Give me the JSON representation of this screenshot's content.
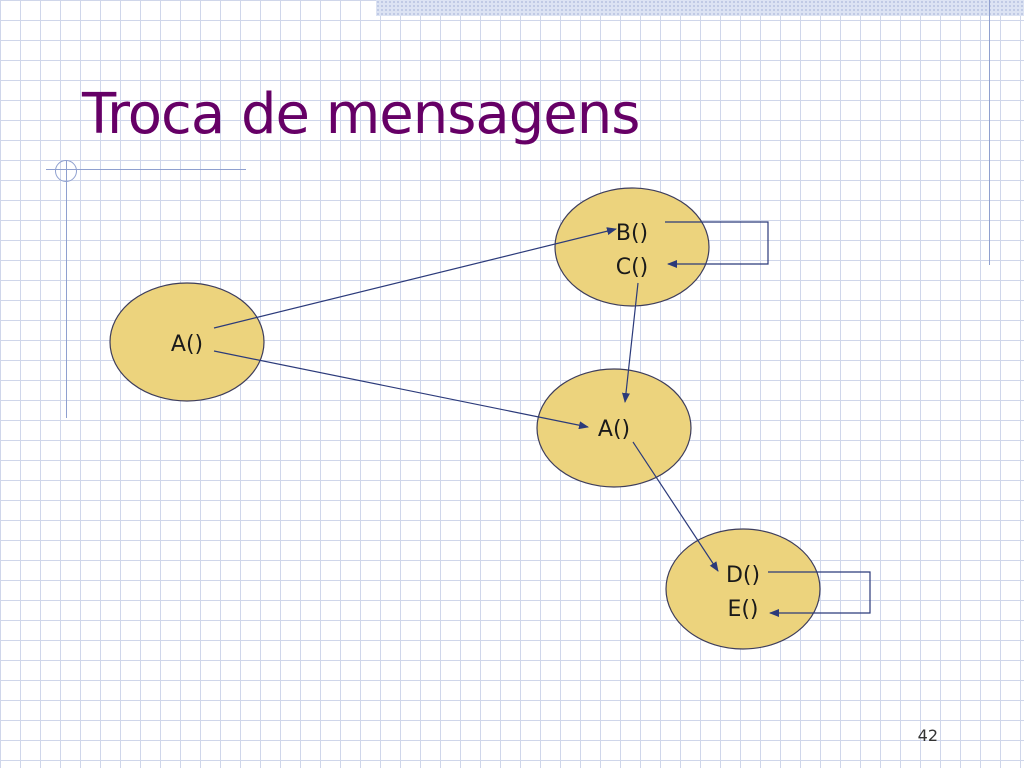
{
  "slide": {
    "title": "Troca de mensagens",
    "page_number": "42"
  },
  "diagram": {
    "nodes": [
      {
        "id": "obj1",
        "labels": [
          "A()"
        ]
      },
      {
        "id": "obj2",
        "labels": [
          "B()",
          "C()"
        ]
      },
      {
        "id": "obj3",
        "labels": [
          "A()"
        ]
      },
      {
        "id": "obj4",
        "labels": [
          "D()",
          "E()"
        ]
      }
    ],
    "edges": [
      {
        "from": "obj1.A()",
        "to": "obj2.B()"
      },
      {
        "from": "obj1.A()",
        "to": "obj3.A()"
      },
      {
        "from": "obj2.C()",
        "to": "obj3.A()"
      },
      {
        "from": "obj3.A()",
        "to": "obj4.D()"
      },
      {
        "from": "obj2.B()",
        "to": "obj2.C()"
      },
      {
        "from": "obj4.D()",
        "to": "obj4.E()"
      }
    ],
    "colors": {
      "node_fill": "#ecd37d",
      "node_stroke": "#3d3d5c",
      "edge": "#2b3a7a",
      "title": "#660066"
    }
  }
}
